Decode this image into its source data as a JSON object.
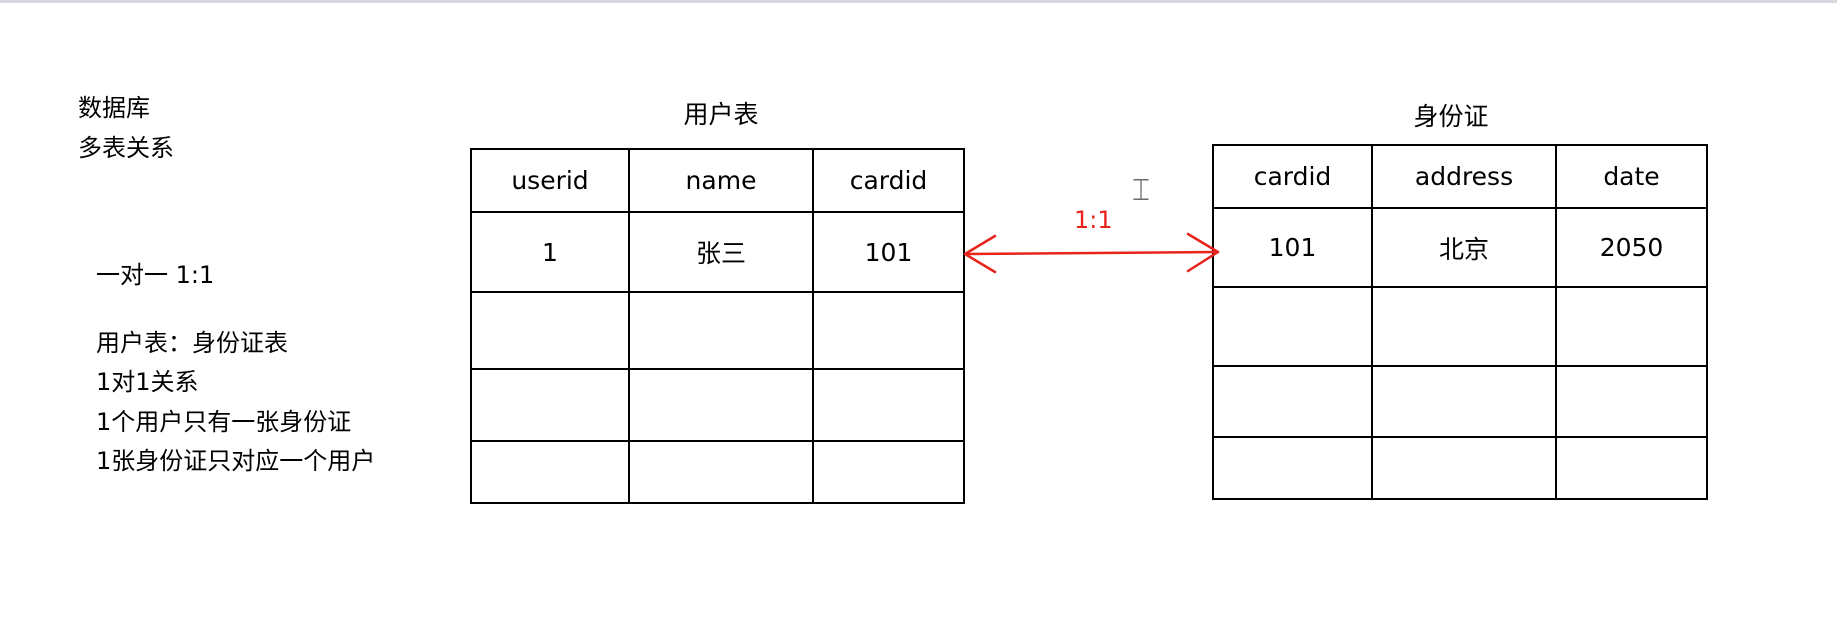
{
  "notes": {
    "heading_line1": "数据库",
    "heading_line2": "多表关系",
    "relation_title": "一对一 1:1",
    "lines": [
      "用户表：身份证表",
      "1对1关系",
      "1个用户只有一张身份证",
      "1张身份证只对应一个用户"
    ]
  },
  "user_table": {
    "caption": "用户表",
    "headers": [
      "userid",
      "name",
      "cardid"
    ],
    "rows": [
      [
        "1",
        "张三",
        "101"
      ],
      [
        "",
        "",
        ""
      ],
      [
        "",
        "",
        ""
      ],
      [
        "",
        "",
        ""
      ]
    ]
  },
  "card_table": {
    "caption": "身份证",
    "headers": [
      "cardid",
      "address",
      "date"
    ],
    "rows": [
      [
        "101",
        "北京",
        "2050"
      ],
      [
        "",
        "",
        ""
      ],
      [
        "",
        "",
        ""
      ],
      [
        "",
        "",
        ""
      ]
    ]
  },
  "relation": {
    "label": "1:1",
    "color": "#e8231c"
  },
  "icons": {
    "cursor": "text-cursor-icon"
  }
}
